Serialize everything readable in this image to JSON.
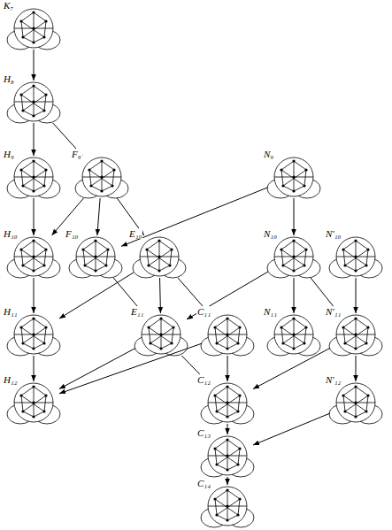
{
  "diagram": {
    "nodes": [
      {
        "text": [
          "K₇"
        ]
      },
      {
        "text": [
          "H₈"
        ]
      },
      {
        "text": [
          "H₉"
        ]
      },
      {
        "text": [
          "F₉"
        ]
      },
      {
        "text": [
          "N₉"
        ]
      },
      {
        "text": [
          "H₁₀"
        ]
      },
      {
        "text": [
          "F₁₀"
        ]
      },
      {
        "text": [
          "E₁₀"
        ]
      },
      {
        "text": [
          "N₁₀"
        ]
      },
      {
        "text": [
          "N′₁₀"
        ]
      },
      {
        "text": [
          "H₁₁"
        ]
      },
      {
        "text": [
          "E₁₁"
        ]
      },
      {
        "text": [
          "C₁₁"
        ]
      },
      {
        "text": [
          "N₁₁"
        ]
      },
      {
        "text": [
          "N′₁₁"
        ]
      },
      {
        "text": [
          "H₁₂"
        ]
      },
      {
        "text": [
          "C₁₂"
        ]
      },
      {
        "text": [
          "N′₁₂"
        ]
      },
      {
        "text": [
          "C₁₃"
        ]
      },
      {
        "text": [
          "C₁₄"
        ]
      }
    ],
    "edges": [
      {
        "from": 0,
        "to": 1,
        "arrow": "to"
      },
      {
        "from": 1,
        "to": 2,
        "arrow": "to"
      },
      {
        "from": 1,
        "to": 3,
        "arrow": "to"
      },
      {
        "from": 2,
        "to": 5,
        "arrow": "to"
      },
      {
        "from": 3,
        "to": 5,
        "arrow": "to"
      },
      {
        "from": 3,
        "to": 6,
        "arrow": "to"
      },
      {
        "from": 3,
        "to": 7,
        "arrow": "to"
      },
      {
        "from": 4,
        "to": 6,
        "arrow": "to"
      },
      {
        "from": 4,
        "to": 8,
        "arrow": "to"
      },
      {
        "from": 5,
        "to": 10,
        "arrow": "to"
      },
      {
        "from": 6,
        "to": 11,
        "arrow": "to"
      },
      {
        "from": 7,
        "to": 10,
        "arrow": "to"
      },
      {
        "from": 7,
        "to": 11,
        "arrow": "to"
      },
      {
        "from": 7,
        "to": 12,
        "arrow": "to"
      },
      {
        "from": 8,
        "to": 11,
        "arrow": "to"
      },
      {
        "from": 8,
        "to": 13,
        "arrow": "to"
      },
      {
        "from": 8,
        "to": 14,
        "arrow": "to"
      },
      {
        "from": 9,
        "to": 14,
        "arrow": "to"
      },
      {
        "from": 10,
        "to": 15,
        "arrow": "to"
      },
      {
        "from": 11,
        "to": 15,
        "arrow": "to"
      },
      {
        "from": 12,
        "to": 15,
        "arrow": "to"
      },
      {
        "from": 11,
        "to": 16,
        "arrow": "to"
      },
      {
        "from": 12,
        "to": 16,
        "arrow": "to"
      },
      {
        "from": 14,
        "to": 16,
        "arrow": "to"
      },
      {
        "from": 14,
        "to": 17,
        "arrow": "to"
      },
      {
        "from": 16,
        "to": 18,
        "arrow": "to"
      },
      {
        "from": 17,
        "to": 18,
        "arrow": "to"
      },
      {
        "from": 18,
        "to": 19,
        "arrow": "to"
      }
    ]
  }
}
